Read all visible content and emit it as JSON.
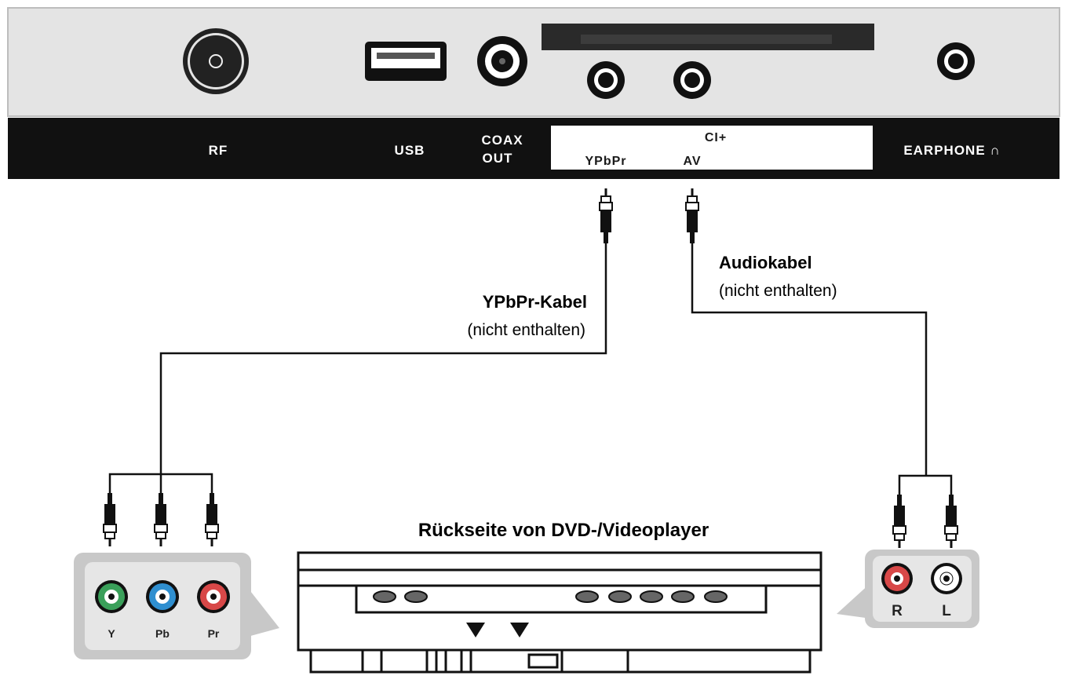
{
  "panel": {
    "ports": {
      "rf": "RF",
      "usb": "USB",
      "coax_line1": "COAX",
      "coax_line2": "OUT",
      "ci": "CI+",
      "ypbpr": "YPbPr",
      "av": "AV",
      "earphone": "EARPHONE ∩"
    }
  },
  "cables": {
    "ypbpr": {
      "title": "YPbPr-Kabel",
      "note": "(nicht enthalten)"
    },
    "audio": {
      "title": "Audiokabel",
      "note": "(nicht enthalten)"
    }
  },
  "dvd": {
    "title": "Rückseite von DVD-/Videoplayer",
    "component_jacks": [
      {
        "label": "Y",
        "color": "#3aa05a"
      },
      {
        "label": "Pb",
        "color": "#2f8fd0"
      },
      {
        "label": "Pr",
        "color": "#d84848"
      }
    ],
    "audio_jacks": [
      {
        "label": "R",
        "color": "#d84848"
      },
      {
        "label": "L",
        "color": "#ffffff"
      }
    ]
  }
}
